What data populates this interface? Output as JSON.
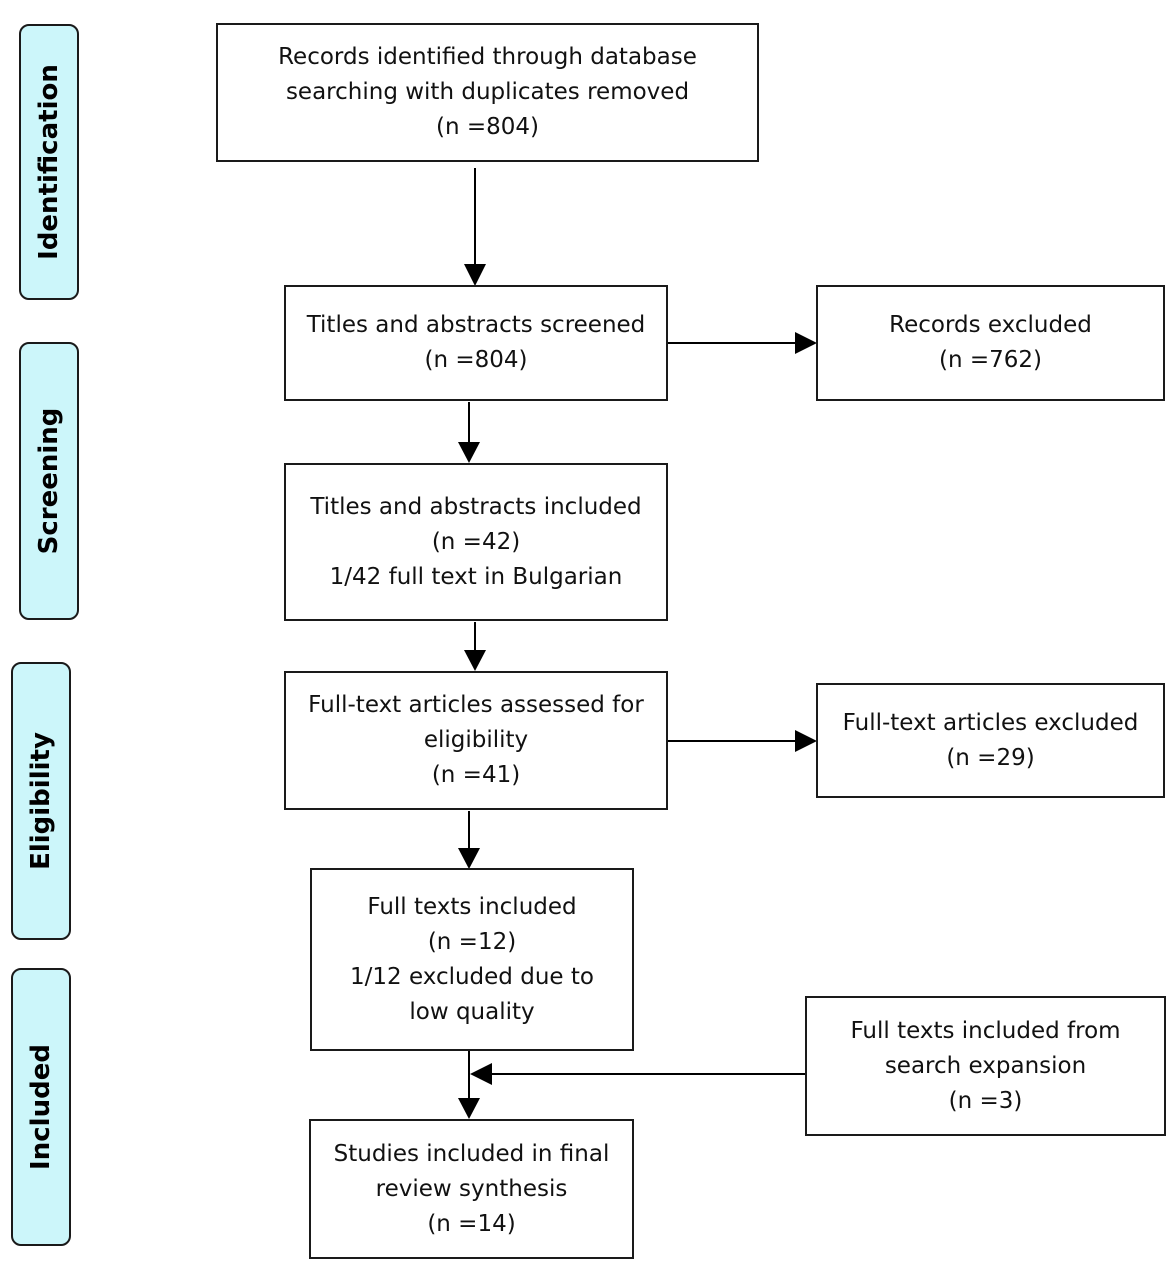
{
  "stages": {
    "identification": "Identification",
    "screening": "Screening",
    "eligibility": "Eligibility",
    "included": "Included"
  },
  "boxes": {
    "records_identified": {
      "line1": "Records identified through database",
      "line2": "searching with duplicates removed",
      "count": "(n =804)"
    },
    "titles_screened": {
      "line1": "Titles and abstracts screened",
      "count": "(n =804)"
    },
    "records_excluded": {
      "line1": "Records excluded",
      "count": "(n =762)"
    },
    "titles_included": {
      "line1": "Titles and abstracts included",
      "count": "(n =42)",
      "note": "1/42 full text in Bulgarian"
    },
    "fulltext_assessed": {
      "line1": "Full-text articles assessed for",
      "line2": "eligibility",
      "count": "(n =41)"
    },
    "fulltext_excluded": {
      "line1": "Full-text articles excluded",
      "count": "(n =29)"
    },
    "fulltexts_included": {
      "line1": "Full texts included",
      "count": "(n =12)",
      "note1": "1/12 excluded due to",
      "note2": "low quality"
    },
    "search_expansion": {
      "line1": "Full texts included from",
      "line2": "search expansion",
      "count": "(n =3)"
    },
    "final_studies": {
      "line1": "Studies included in final",
      "line2": "review synthesis",
      "count": "(n =14)"
    }
  }
}
